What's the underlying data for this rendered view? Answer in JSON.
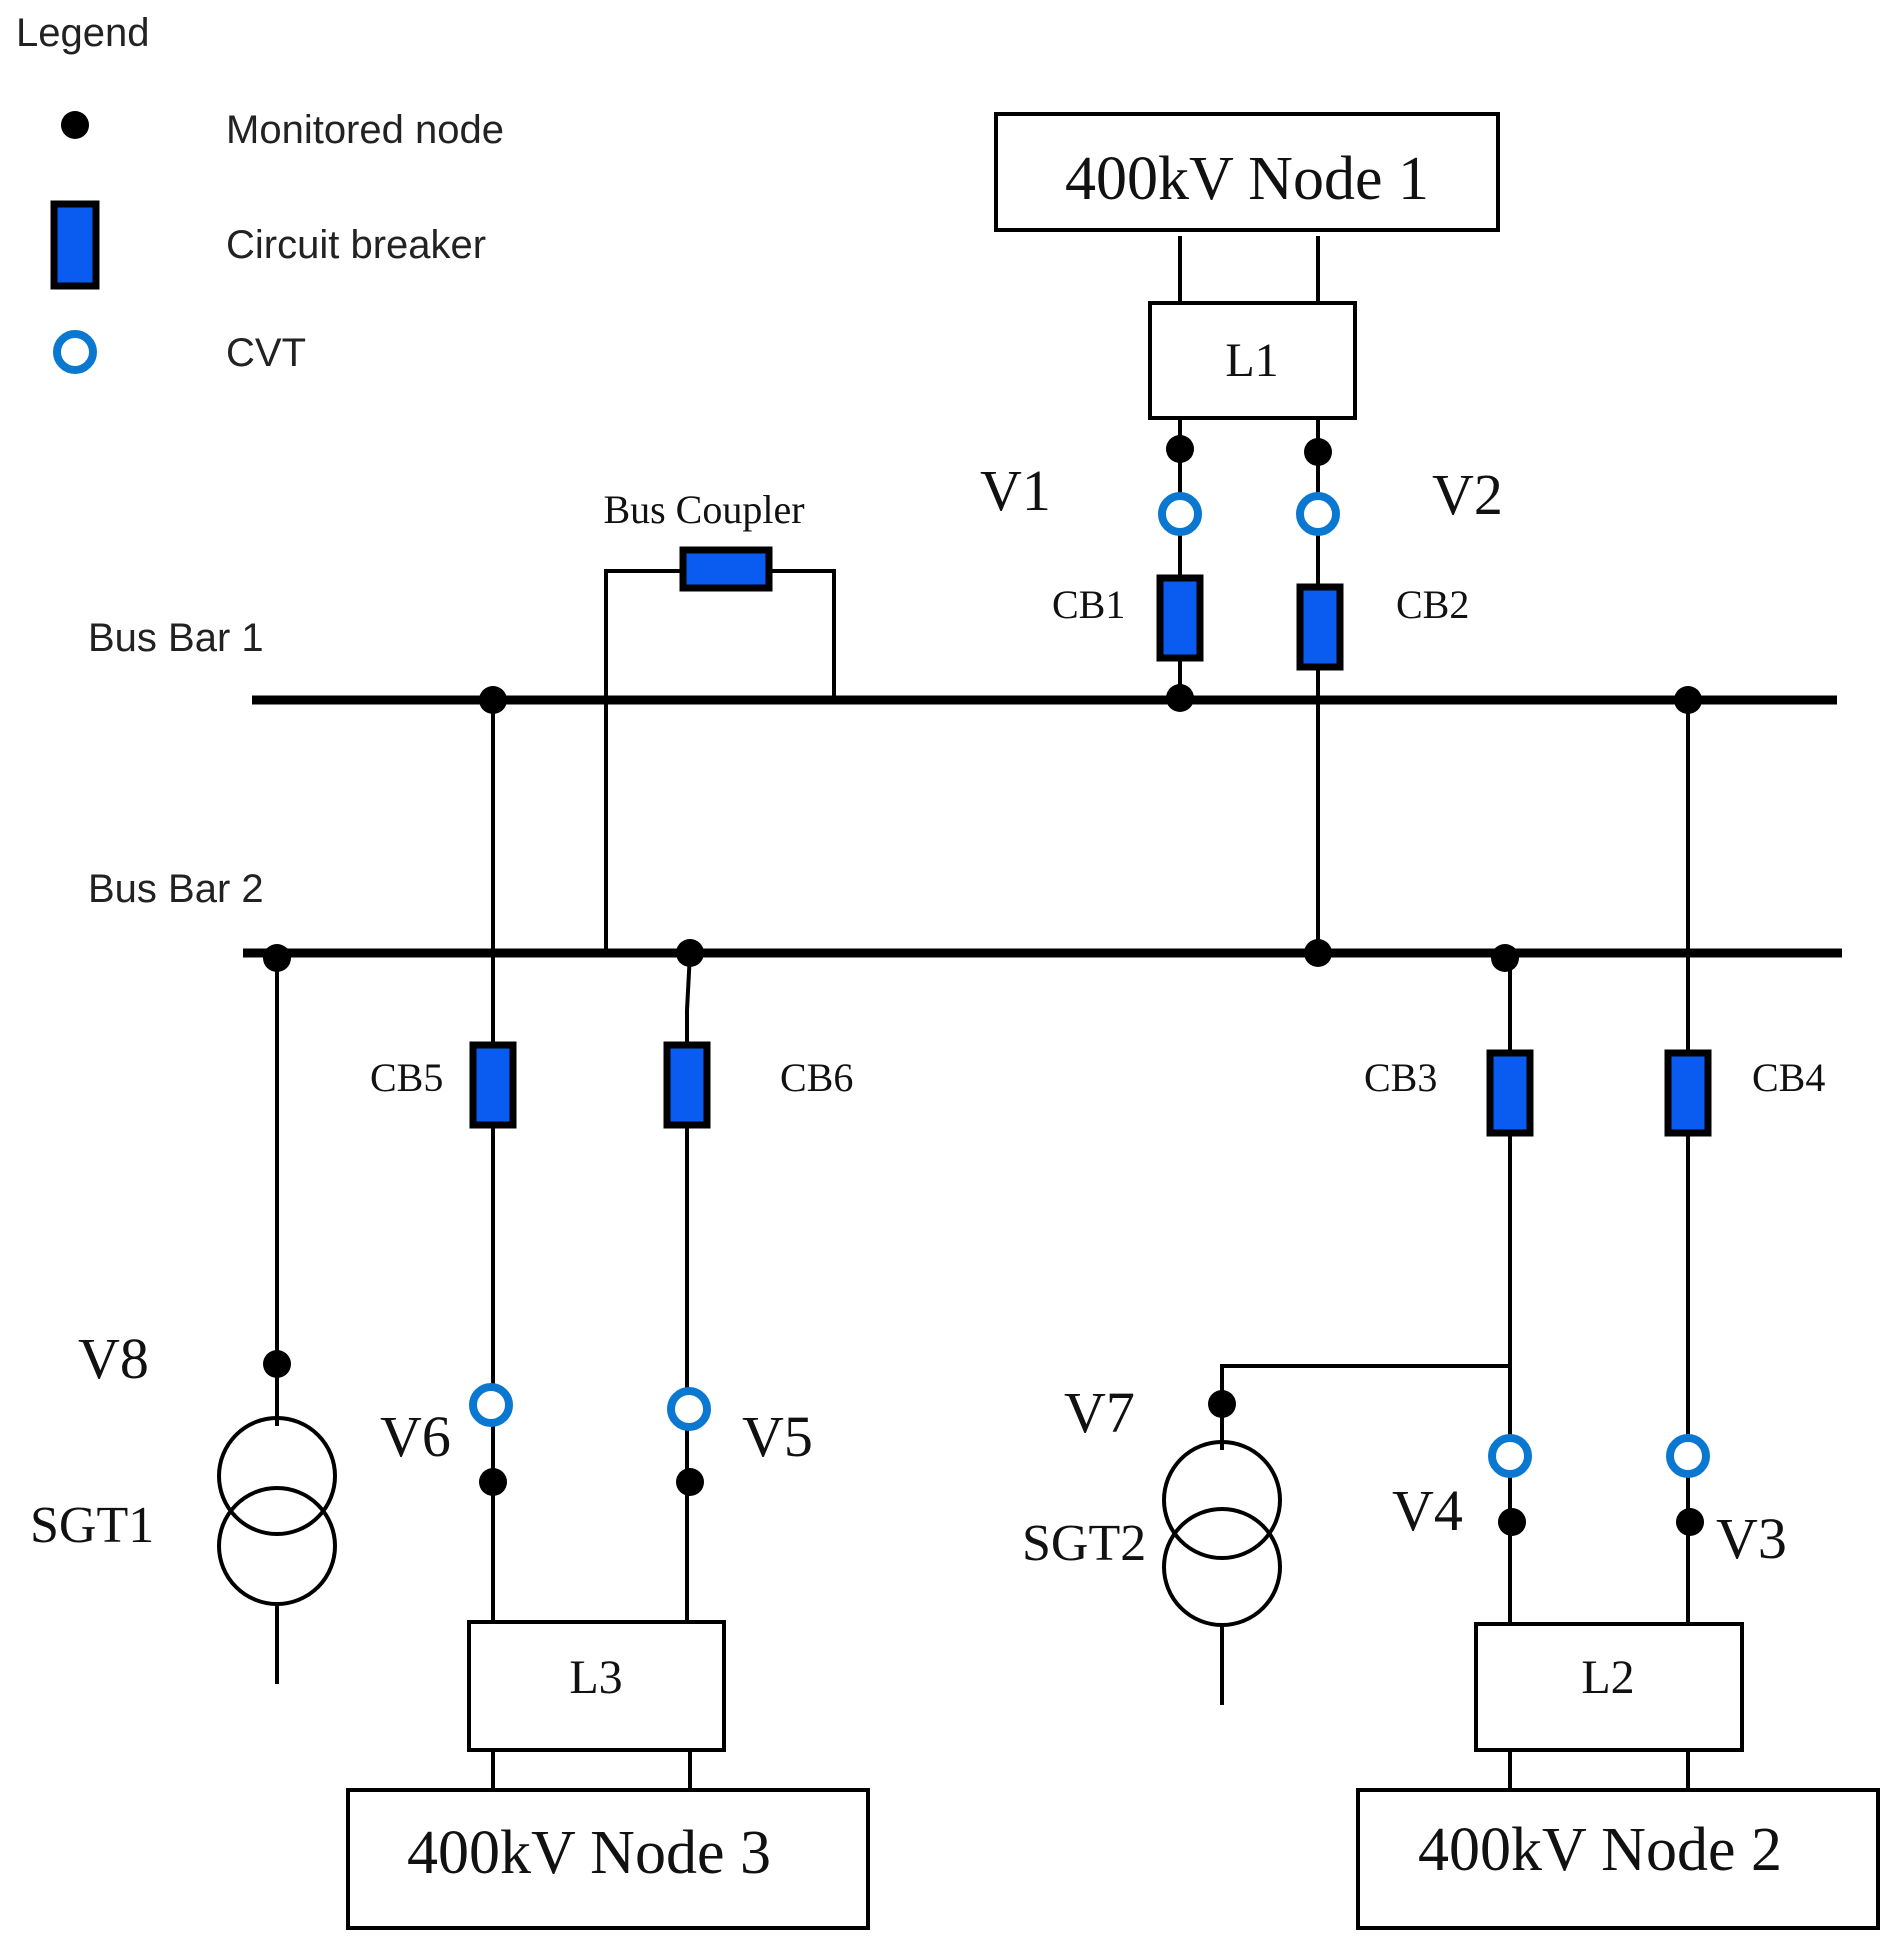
{
  "legend": {
    "title": "Legend",
    "monitored_node": "Monitored node",
    "circuit_breaker": "Circuit breaker",
    "cvt": "CVT"
  },
  "colors": {
    "breaker_fill": "#0a5cf0",
    "cvt_ring": "#0a78d0"
  },
  "buses": {
    "bus1": "Bus Bar 1",
    "bus2": "Bus Bar 2"
  },
  "bus_coupler": "Bus Coupler",
  "nodes": {
    "node1": "400kV Node 1",
    "node2": "400kV Node 2",
    "node3": "400kV Node 3"
  },
  "lines": {
    "l1": "L1",
    "l2": "L2",
    "l3": "L3"
  },
  "breakers": {
    "cb1": "CB1",
    "cb2": "CB2",
    "cb3": "CB3",
    "cb4": "CB4",
    "cb5": "CB5",
    "cb6": "CB6"
  },
  "measurements": {
    "v1": "V1",
    "v2": "V2",
    "v3": "V3",
    "v4": "V4",
    "v5": "V5",
    "v6": "V6",
    "v7": "V7",
    "v8": "V8"
  },
  "transformers": {
    "sgt1": "SGT1",
    "sgt2": "SGT2"
  }
}
